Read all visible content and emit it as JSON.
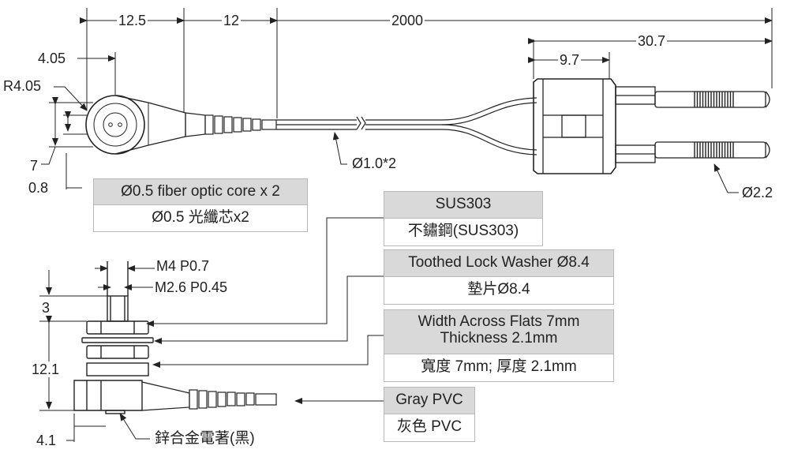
{
  "dimensions": {
    "d12_5": "12.5",
    "d12": "12",
    "d2000": "2000",
    "d30_7": "30.7",
    "d9_7": "9.7",
    "d4_05": "4.05",
    "r4_05": "R4.05",
    "d7": "7",
    "d0_8": "0.8",
    "phi1_0x2": "Ø1.0*2",
    "phi2_2": "Ø2.2",
    "m4": "M4 P0.7",
    "m2_6": "M2.6   P0.45",
    "d3": "3",
    "d12_1": "12.1",
    "d4_1": "4.1"
  },
  "labels": {
    "fiber_core_en": "Ø0.5 fiber optic core x 2",
    "fiber_core_zh": "Ø0.5 光纖芯x2",
    "sus_en": "SUS303",
    "sus_zh": "不鏽鋼(SUS303)",
    "washer_en": "Toothed Lock Washer Ø8.4",
    "washer_zh": "墊片Ø8.4",
    "nut_en_1": "Width Across Flats 7mm",
    "nut_en_2": "Thickness 2.1mm",
    "nut_zh": "寬度 7mm; 厚度 2.1mm",
    "pvc_en": "Gray PVC",
    "pvc_zh": "灰色 PVC",
    "zinc": "鋅合金電著(黑)"
  }
}
